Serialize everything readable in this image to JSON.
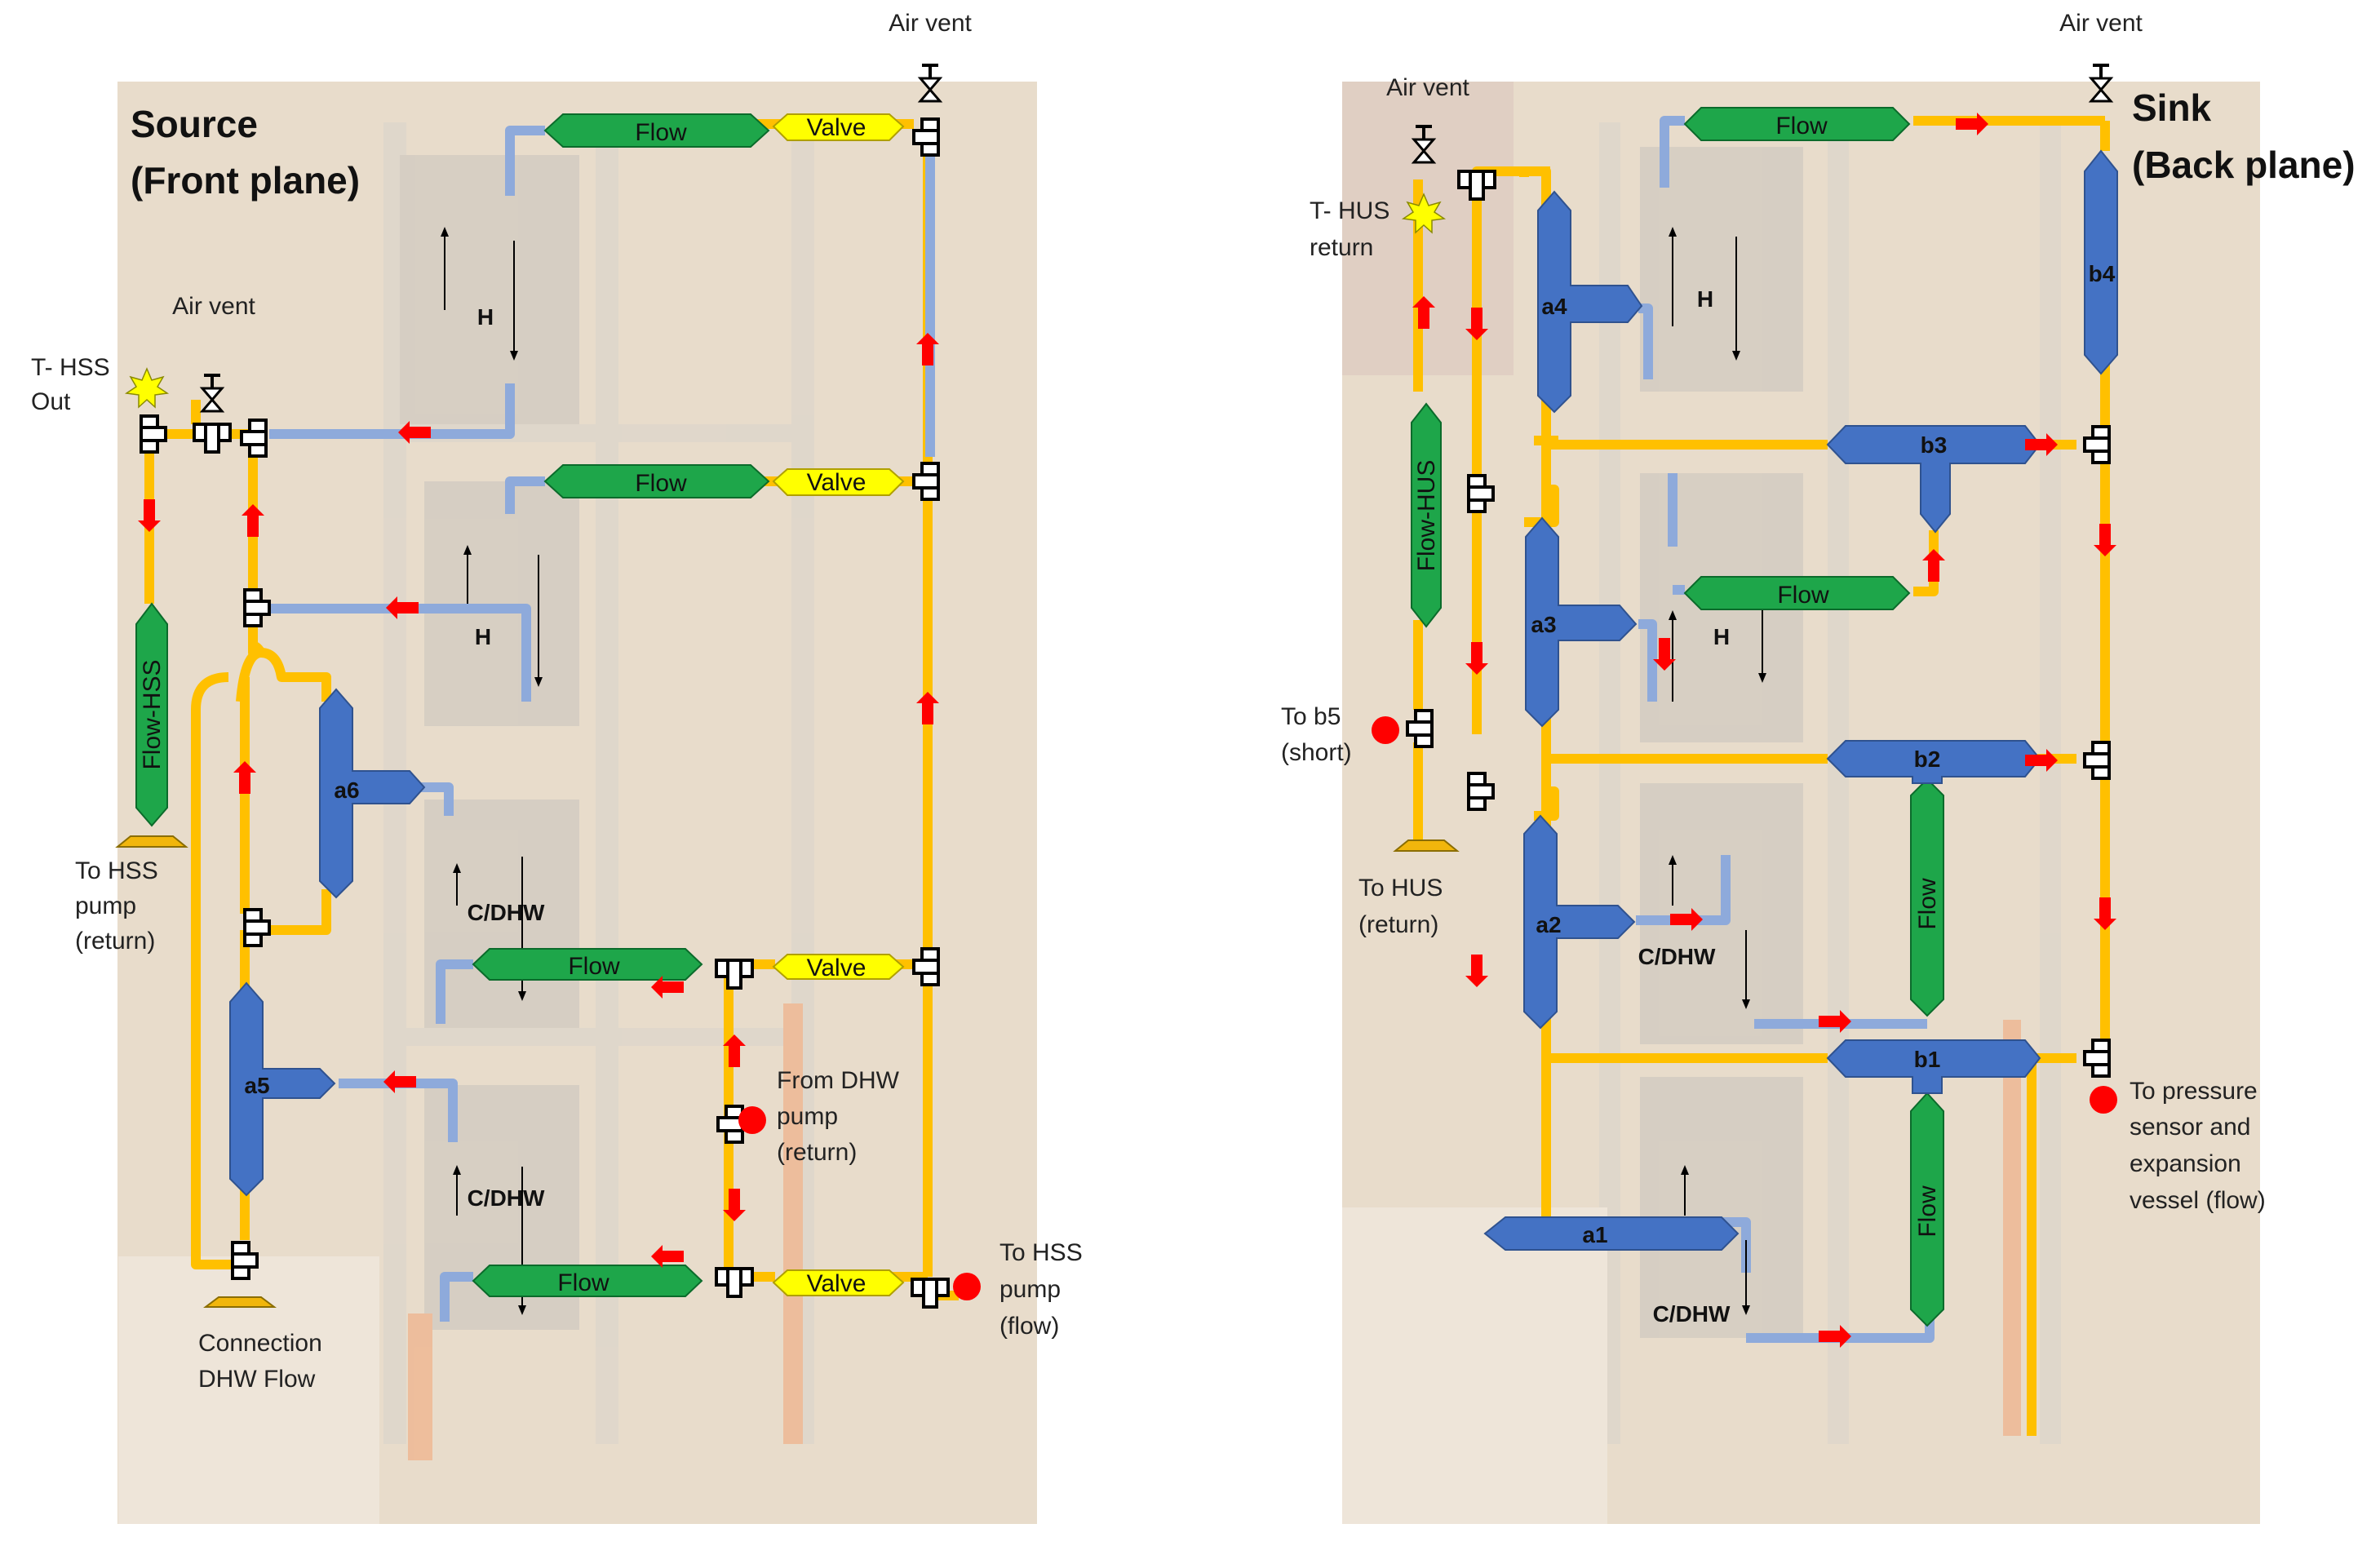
{
  "colors": {
    "hot_pipe": "#ffc000",
    "cold_pipe": "#8eaadb",
    "component_blue": "#4472c4",
    "flow_green": "#1ea64a",
    "valve_yellow": "#ffff00",
    "arrow_red": "#ff0000",
    "pump_red": "#ff0000",
    "frame_orange": "#f4b183",
    "photo_bg": "#e8dccb"
  },
  "left": {
    "title_line1": "Source",
    "title_line2": "(Front plane)",
    "air_vent_top": "Air vent",
    "air_vent_mid": "Air vent",
    "t_hss_line1": "T- HSS",
    "t_hss_line2": "Out",
    "flow_hss": "Flow-HSS",
    "to_hss_pump_return": [
      "To HSS",
      "pump",
      "(return)"
    ],
    "connection_dhw": [
      "Connection",
      "DHW Flow"
    ],
    "from_dhw_pump": [
      "From DHW",
      "pump",
      "(return)"
    ],
    "to_hss_pump_flow": [
      "To HSS",
      "pump",
      "(flow)"
    ],
    "flow_label": "Flow",
    "valve_label": "Valve",
    "h_label": "H",
    "cdhw_label": "C/DHW",
    "a5": "a5",
    "a6": "a6"
  },
  "right": {
    "title_line1": "Sink",
    "title_line2": "(Back plane)",
    "air_vent_top": "Air vent",
    "air_vent_left": "Air vent",
    "t_hus": [
      "T- HUS",
      "return"
    ],
    "flow_hus": "Flow-HUS",
    "to_b5": [
      "To b5",
      "(short)"
    ],
    "to_hus": [
      "To HUS",
      "(return)"
    ],
    "to_pressure": [
      "To pressure",
      "sensor and",
      "expansion",
      "vessel (flow)"
    ],
    "flow_label": "Flow",
    "h_label": "H",
    "cdhw_label": "C/DHW",
    "a1": "a1",
    "a2": "a2",
    "a3": "a3",
    "a4": "a4",
    "b1": "b1",
    "b2": "b2",
    "b3": "b3",
    "b4": "b4"
  }
}
